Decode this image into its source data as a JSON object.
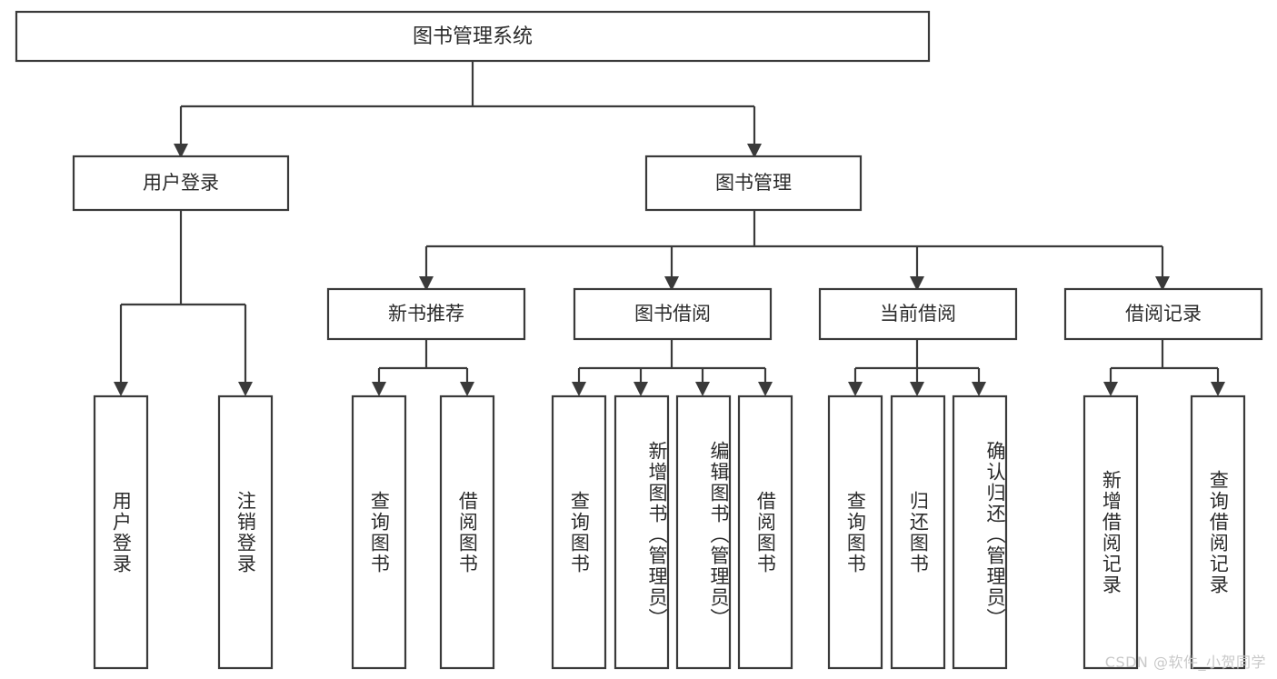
{
  "diagram": {
    "type": "hierarchy-tree",
    "title": "图书管理系统",
    "watermark": "CSDN @软件_小贺同学",
    "colors": {
      "box_stroke": "#3a3a3a",
      "box_fill": "#ffffff",
      "text": "#2b2b2b",
      "background": "#ffffff",
      "watermark": "#c9c9c9"
    },
    "levels": {
      "root": {
        "label": "图书管理系统"
      },
      "level2": [
        {
          "id": "user-login",
          "label": "用户登录"
        },
        {
          "id": "book-manage",
          "label": "图书管理"
        }
      ],
      "level3": [
        {
          "id": "new-book-recommend",
          "label": "新书推荐",
          "parent": "book-manage"
        },
        {
          "id": "book-borrow",
          "label": "图书借阅",
          "parent": "book-manage"
        },
        {
          "id": "current-borrow",
          "label": "当前借阅",
          "parent": "book-manage"
        },
        {
          "id": "borrow-record",
          "label": "借阅记录",
          "parent": "book-manage"
        }
      ],
      "leaves": {
        "user-login": [
          {
            "id": "leaf-user-login",
            "label": "用户登录"
          },
          {
            "id": "leaf-user-logout",
            "label": "注销登录"
          }
        ],
        "new-book-recommend": [
          {
            "id": "leaf-query-book-1",
            "label": "查询图书"
          },
          {
            "id": "leaf-borrow-book-1",
            "label": "借阅图书"
          }
        ],
        "book-borrow": [
          {
            "id": "leaf-query-book-2",
            "label": "查询图书"
          },
          {
            "id": "leaf-add-book",
            "label": "新增图书（管理员）"
          },
          {
            "id": "leaf-edit-book",
            "label": "编辑图书（管理员）"
          },
          {
            "id": "leaf-borrow-book-2",
            "label": "借阅图书"
          }
        ],
        "current-borrow": [
          {
            "id": "leaf-query-book-3",
            "label": "查询图书"
          },
          {
            "id": "leaf-return-book",
            "label": "归还图书"
          },
          {
            "id": "leaf-confirm-return",
            "label": "确认归还（管理员）"
          }
        ],
        "borrow-record": [
          {
            "id": "leaf-add-record",
            "label": "新增借阅记录"
          },
          {
            "id": "leaf-query-record",
            "label": "查询借阅记录"
          }
        ]
      }
    }
  }
}
